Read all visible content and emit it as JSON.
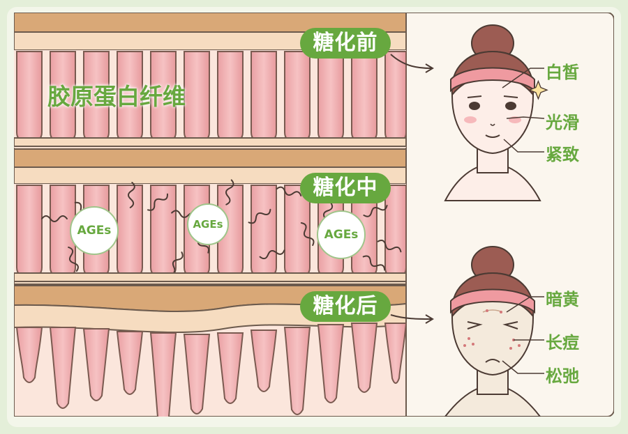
{
  "collagen_label": "胶原蛋白纤维",
  "stages": {
    "before": "糖化前",
    "during": "糖化中",
    "after": "糖化后"
  },
  "ages_label": "AGEs",
  "before_traits": [
    "白皙",
    "光滑",
    "紧致"
  ],
  "after_traits": [
    "暗黄",
    "长痘",
    "松弛"
  ],
  "colors": {
    "accent_green": "#67a83f",
    "fiber_pink": "#f0a9ab",
    "band_tan": "#d9a877"
  }
}
